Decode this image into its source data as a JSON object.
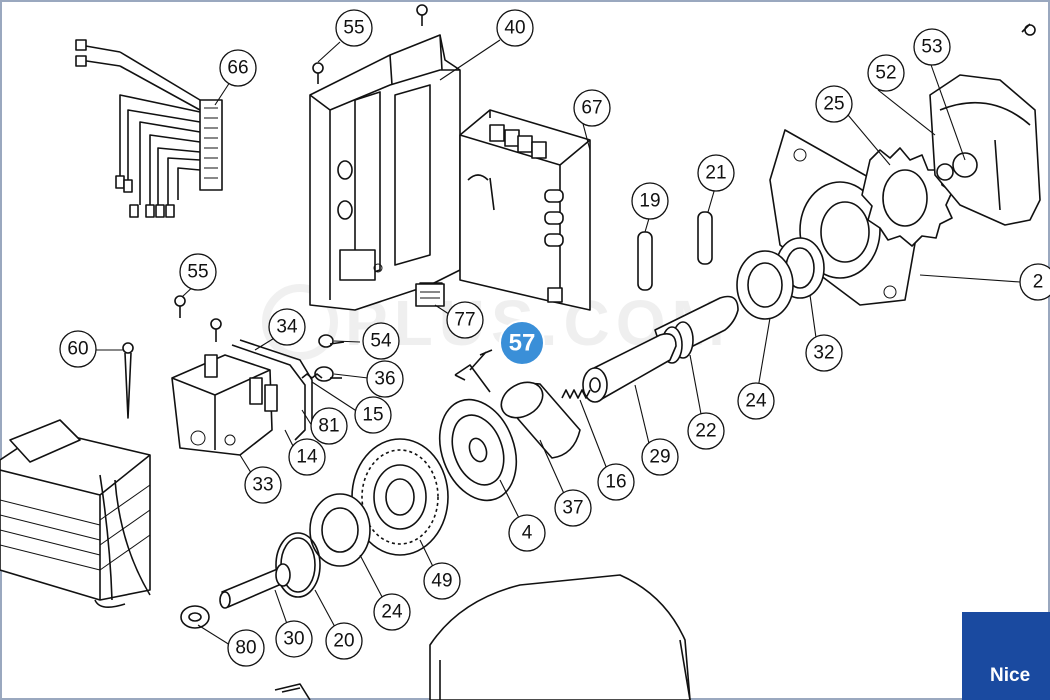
{
  "callouts": [
    "55",
    "40",
    "66",
    "67",
    "53",
    "52",
    "25",
    "21",
    "19",
    "2",
    "55",
    "34",
    "54",
    "77",
    "60",
    "36",
    "15",
    "81",
    "14",
    "33",
    "32",
    "24",
    "22",
    "29",
    "16",
    "37",
    "4",
    "49",
    "24",
    "20",
    "30",
    "80"
  ],
  "badge": {
    "label": "57",
    "color": "#3a8fd8"
  },
  "watermark": "PLUS.COM",
  "logo": {
    "text": "Nice",
    "color": "#1a4aa0"
  }
}
